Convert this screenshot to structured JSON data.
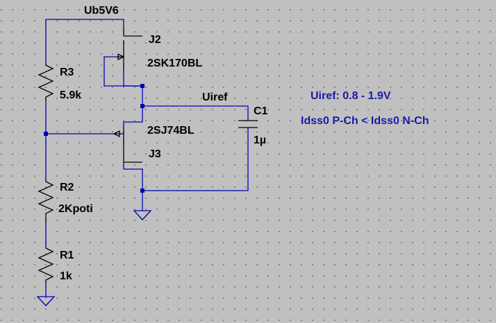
{
  "net_labels": {
    "supply": "Ub5V6",
    "ref": "Uiref"
  },
  "components": {
    "j2": {
      "ref": "J2",
      "value": "2SK170BL"
    },
    "j3": {
      "ref": "J3",
      "value": "2SJ74BL"
    },
    "c1": {
      "ref": "C1",
      "value": "1µ"
    },
    "r1": {
      "ref": "R1",
      "value": "1k"
    },
    "r2": {
      "ref": "R2",
      "value": "2Kpoti"
    },
    "r3": {
      "ref": "R3",
      "value": "5.9k"
    }
  },
  "notes": {
    "range": "Uiref: 0.8 - 1.9V",
    "condition": "Idss0 P-Ch < Idss0 N-Ch"
  },
  "colors": {
    "background": "#c0c0c0",
    "wire": "#0000b4",
    "component": "#000000",
    "note_text": "#1a1aa8"
  }
}
